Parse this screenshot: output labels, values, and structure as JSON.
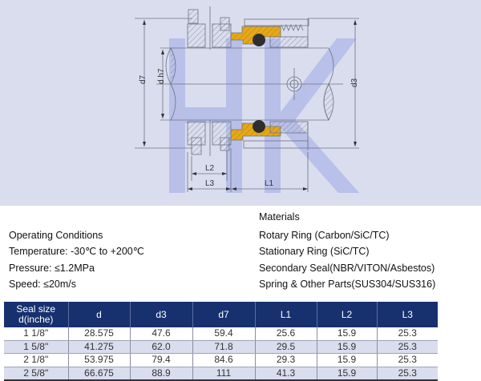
{
  "drawing": {
    "watermark": "HK",
    "dimension_labels": {
      "d7": "d7",
      "dh7": "d h7",
      "d3": "d3",
      "L1": "L1",
      "L2": "L2",
      "L3": "L3"
    },
    "colors": {
      "background": "#d9ddee",
      "seal_ring": "#e6a817",
      "o_ring": "#2e2e2e",
      "watermark": "#b3bbe8",
      "line": "#6f7383"
    }
  },
  "operating_conditions": {
    "title": "Operating Conditions",
    "items": [
      "Temperature: -30℃  to  +200℃",
      "Pressure: ≤1.2MPa",
      "Speed:  ≤20m/s"
    ]
  },
  "materials": {
    "title": "Materials",
    "items": [
      "Rotary Ring (Carbon/SiC/TC)",
      "Stationary Ring (SiC/TC)",
      "Secondary Seal(NBR/VITON/Asbestos)",
      "Spring & Other Parts(SUS304/SUS316)"
    ]
  },
  "table": {
    "header_color": "#17316f",
    "columns": [
      "Seal size\nd(inche)",
      "d",
      "d3",
      "d7",
      "L1",
      "L2",
      "L3"
    ],
    "rows": [
      [
        "1 1/8\"",
        "28.575",
        "47.6",
        "59.4",
        "25.6",
        "15.9",
        "25.3"
      ],
      [
        "1 5/8\"",
        "41.275",
        "62.0",
        "71.8",
        "29.5",
        "15.9",
        "25.3"
      ],
      [
        "2 1/8\"",
        "53.975",
        "79.4",
        "84.6",
        "29.3",
        "15.9",
        "25.3"
      ],
      [
        "2 5/8\"",
        "66.675",
        "88.9",
        "111",
        "41.3",
        "15.9",
        "25.3"
      ]
    ]
  }
}
